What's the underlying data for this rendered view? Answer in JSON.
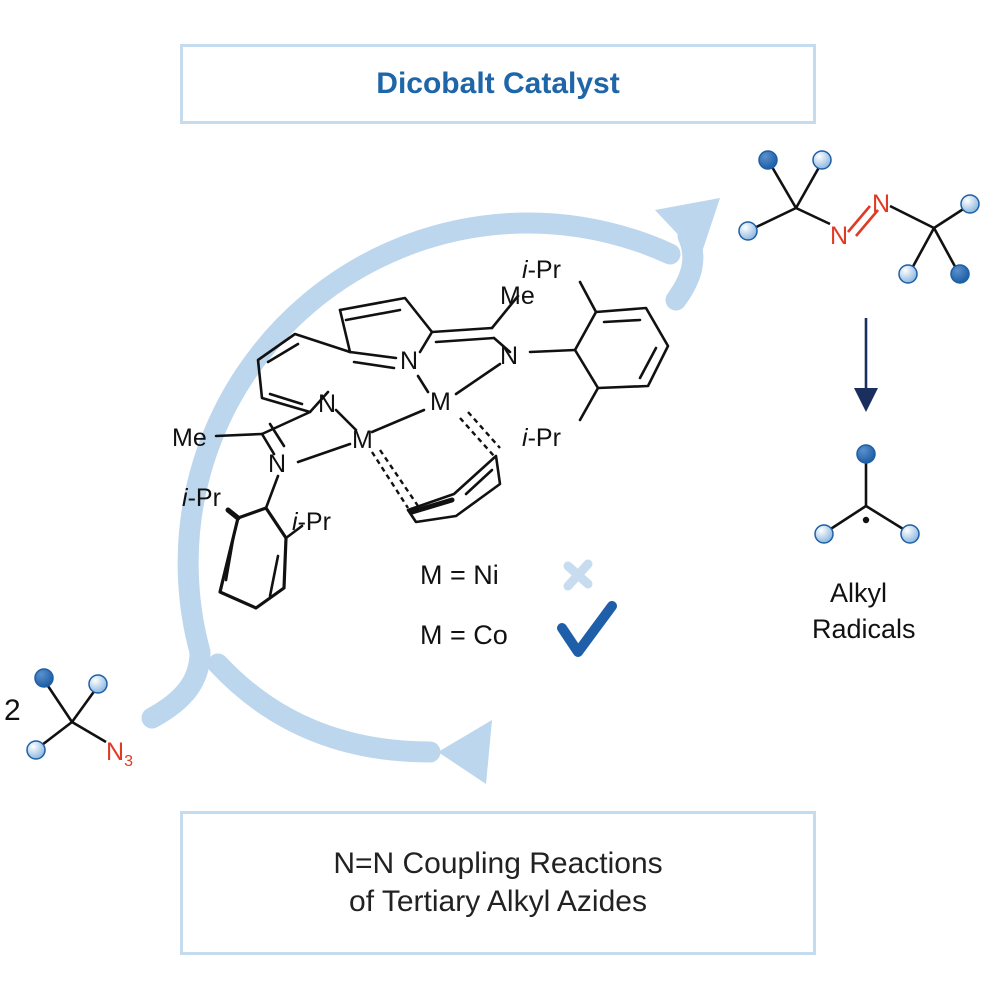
{
  "title": "Dicobalt Catalyst",
  "bottom_line1": "N=N Coupling Reactions",
  "bottom_line2": "of Tertiary Alkyl Azides",
  "radicals_line1": "Alkyl",
  "radicals_line2": "Radicals",
  "coefficient": "2",
  "azide_label": "N",
  "azide_sub": "3",
  "azo_n1": "N",
  "azo_n2": "N",
  "metal_ni": "M = Ni",
  "metal_co": "M = Co",
  "ligand": {
    "n_label": "N",
    "m_label": "M",
    "me": "Me",
    "ipr_italic": "i",
    "ipr_rest": "-Pr"
  },
  "colors": {
    "cycle": "#bcd6ee",
    "box_border": "#c5dcef",
    "title": "#1f66a8",
    "dark_ball": "#1e5fa6",
    "light_ball": "#a9cbea",
    "azide_red": "#e03a24",
    "arrow_dark": "#1b2f5e",
    "check": "#1f5ea8",
    "cross": "#c7dcef"
  }
}
